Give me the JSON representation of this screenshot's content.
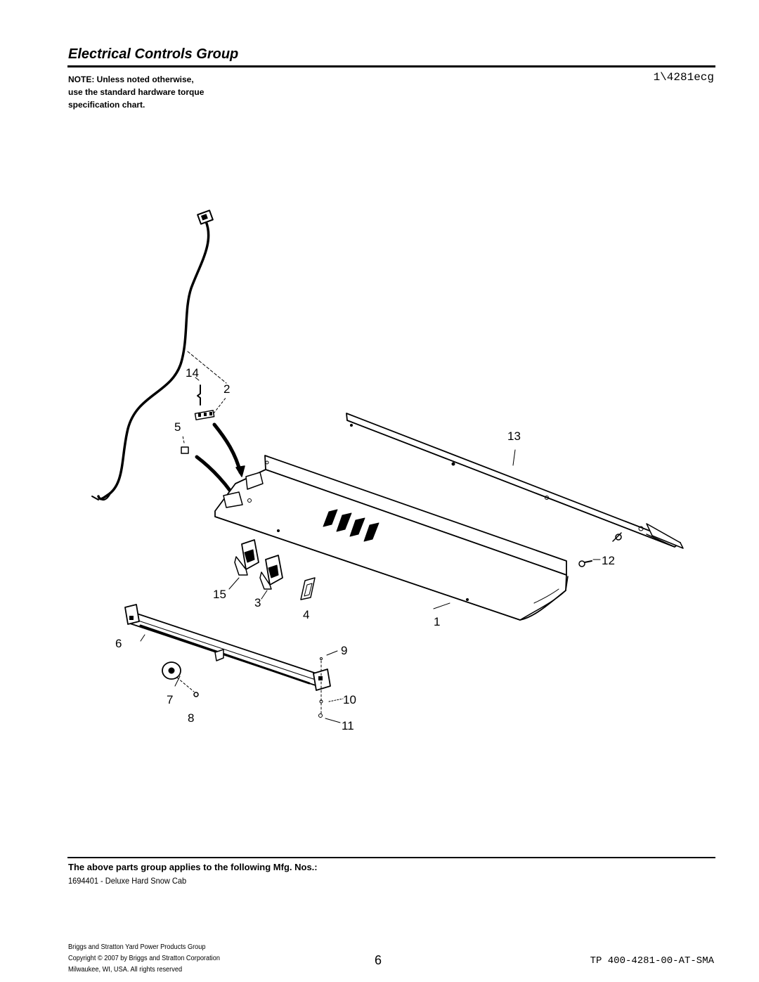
{
  "header": {
    "title": "Electrical Controls Group",
    "note_lines": [
      "NOTE: Unless noted otherwise,",
      "use the standard hardware torque",
      "specification chart."
    ],
    "diagram_code": "1\\4281ecg"
  },
  "diagram": {
    "callouts": [
      "14",
      "2",
      "5",
      "13",
      "12",
      "15",
      "3",
      "4",
      "1",
      "6",
      "9",
      "7",
      "10",
      "8",
      "11"
    ]
  },
  "applies": {
    "heading": "The above parts group applies to the following Mfg. Nos.:",
    "models": [
      "1694401 - Deluxe Hard Snow Cab"
    ]
  },
  "footer": {
    "company_lines": [
      "Briggs and Stratton Yard Power Products Group",
      "Copyright ©  2007 by Briggs and Stratton Corporation",
      "Milwaukee, WI, USA. All rights reserved"
    ],
    "page_number": "6",
    "doc_id": "TP 400-4281-00-AT-SMA"
  }
}
